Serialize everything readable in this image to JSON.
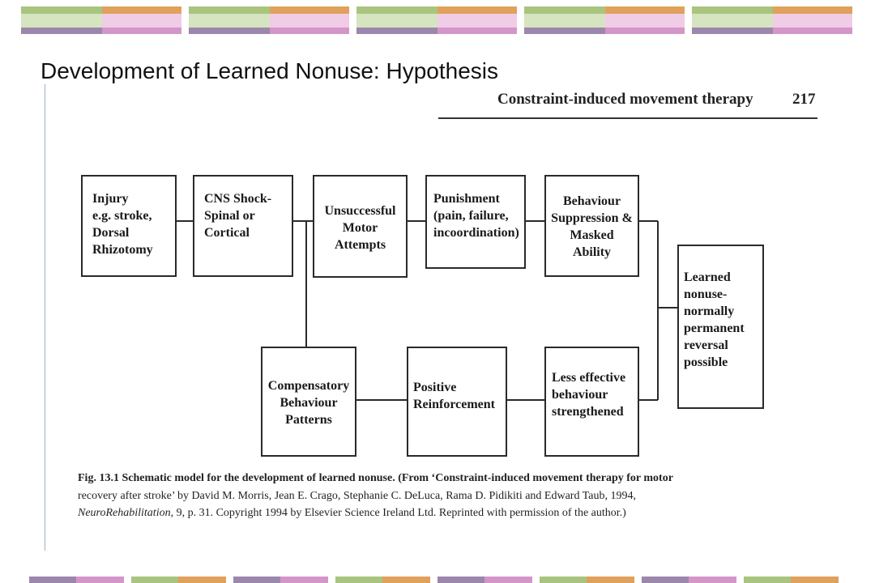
{
  "slide": {
    "title": "Development of Learned Nonuse: Hypothesis",
    "colors": {
      "green": "#a9c47f",
      "orange": "#e0a15c",
      "purple": "#9b87ab",
      "pink": "#d495c8",
      "light_green": "#d6e4c0",
      "light_pink": "#f0cce6"
    }
  },
  "scan": {
    "running_header": "Constraint-induced movement therapy",
    "page_number": "217"
  },
  "diagram": {
    "boxes": [
      {
        "id": "injury",
        "lines": [
          "Injury",
          "e.g. stroke,",
          "Dorsal",
          "Rhizotomy"
        ]
      },
      {
        "id": "cns-shock",
        "lines": [
          "CNS Shock-",
          "Spinal or",
          "Cortical"
        ]
      },
      {
        "id": "unsuccessful-attempts",
        "lines": [
          "Unsuccessful",
          "Motor",
          "Attempts"
        ]
      },
      {
        "id": "punishment",
        "lines": [
          "Punishment",
          "(pain, failure,",
          "incoordination)"
        ]
      },
      {
        "id": "behaviour-suppression",
        "lines": [
          "Behaviour",
          "Suppression &",
          "Masked",
          "Ability"
        ]
      },
      {
        "id": "learned-nonuse",
        "lines": [
          "Learned",
          "nonuse-",
          "normally",
          "permanent",
          "reversal",
          "possible"
        ]
      },
      {
        "id": "compensatory-behaviour",
        "lines": [
          "Compensatory",
          "Behaviour",
          "Patterns"
        ]
      },
      {
        "id": "positive-reinforcement",
        "lines": [
          "Positive",
          "Reinforcement"
        ]
      },
      {
        "id": "less-effective-behaviour",
        "lines": [
          "Less effective",
          "behaviour",
          "strengthened"
        ]
      }
    ],
    "caption": {
      "lead": "Fig. 13.1  Schematic model for the development of learned nonuse. (From ‘Constraint-induced movement therapy for motor",
      "line2": "recovery after stroke’ by David M. Morris, Jean E. Crago, Stephanie C. DeLuca, Rama D. Pidikiti and Edward Taub, 1994,",
      "journal": "NeuroRehabilitation",
      "line3_rest": ", 9, p. 31. Copyright 1994 by Elsevier Science Ireland Ltd. Reprinted with permission of the author.)"
    }
  }
}
